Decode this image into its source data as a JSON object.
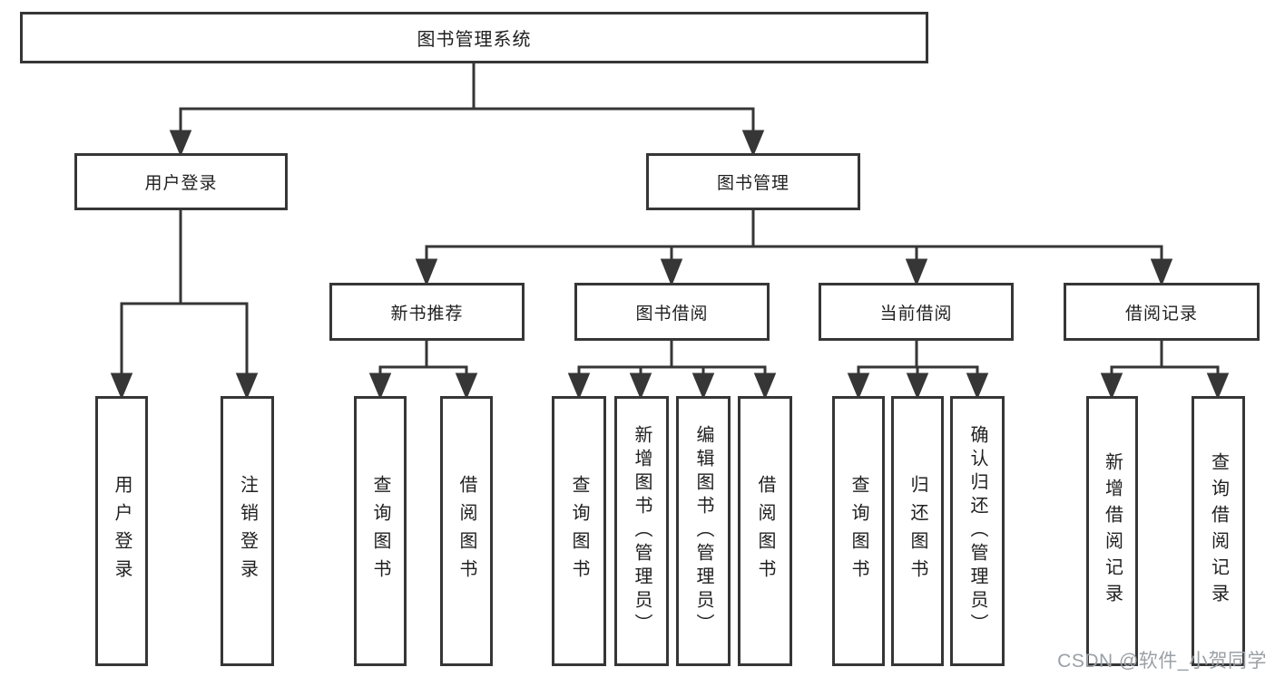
{
  "tree": {
    "label": "图书管理系统",
    "children": [
      {
        "label": "用户登录",
        "children": [
          {
            "label": "用户登录"
          },
          {
            "label": "注销登录"
          }
        ]
      },
      {
        "label": "图书管理",
        "children": [
          {
            "label": "新书推荐",
            "children": [
              {
                "label": "查询图书"
              },
              {
                "label": "借阅图书"
              }
            ]
          },
          {
            "label": "图书借阅",
            "children": [
              {
                "label": "查询图书"
              },
              {
                "label": "新增图书（管理员）"
              },
              {
                "label": "编辑图书（管理员）"
              },
              {
                "label": "借阅图书"
              }
            ]
          },
          {
            "label": "当前借阅",
            "children": [
              {
                "label": "查询图书"
              },
              {
                "label": "归还图书"
              },
              {
                "label": "确认归还（管理员）"
              }
            ]
          },
          {
            "label": "借阅记录",
            "children": [
              {
                "label": "新增借阅记录"
              },
              {
                "label": "查询借阅记录"
              }
            ]
          }
        ]
      }
    ]
  },
  "watermark": {
    "text": "CSDN @软件_小贺同学"
  },
  "colors": {
    "line": "#363636",
    "box_border": "#363636",
    "text": "#1f1f1f",
    "watermark": "#9aa0a6",
    "background": "#ffffff"
  }
}
